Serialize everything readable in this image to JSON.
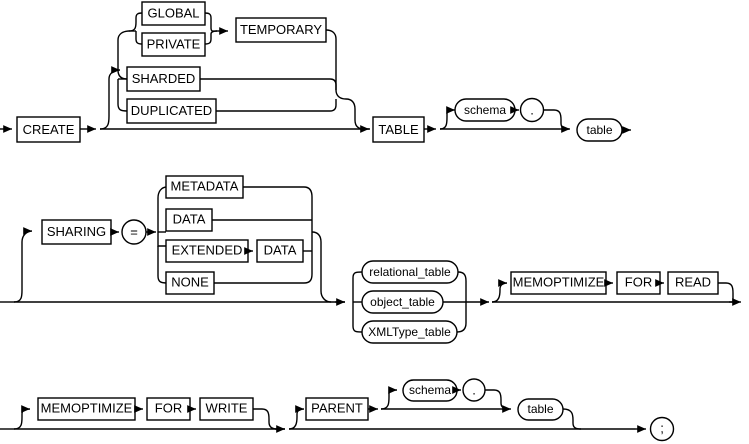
{
  "diagram": {
    "title": "CREATE TABLE syntax railroad diagram",
    "type": "railroad-syntax-diagram",
    "colors": {
      "stroke": "#000000",
      "fill": "#ffffff",
      "background": "#ffffff"
    },
    "rows": [
      {
        "id": "row-1",
        "nodes": [
          {
            "name": "create",
            "kind": "keyword",
            "label": "CREATE"
          },
          {
            "name": "global",
            "kind": "keyword",
            "label": "GLOBAL"
          },
          {
            "name": "private",
            "kind": "keyword",
            "label": "PRIVATE"
          },
          {
            "name": "temporary",
            "kind": "keyword",
            "label": "TEMPORARY"
          },
          {
            "name": "sharded",
            "kind": "keyword",
            "label": "SHARDED"
          },
          {
            "name": "duplicated",
            "kind": "keyword",
            "label": "DUPLICATED"
          },
          {
            "name": "table",
            "kind": "keyword",
            "label": "TABLE"
          },
          {
            "name": "schema",
            "kind": "variable",
            "label": "schema"
          },
          {
            "name": "dot",
            "kind": "symbol",
            "label": "."
          },
          {
            "name": "table-name",
            "kind": "variable",
            "label": "table"
          }
        ]
      },
      {
        "id": "row-2",
        "nodes": [
          {
            "name": "sharing",
            "kind": "keyword",
            "label": "SHARING"
          },
          {
            "name": "equals",
            "kind": "symbol",
            "label": "="
          },
          {
            "name": "metadata",
            "kind": "keyword",
            "label": "METADATA"
          },
          {
            "name": "data",
            "kind": "keyword",
            "label": "DATA"
          },
          {
            "name": "extended",
            "kind": "keyword",
            "label": "EXTENDED"
          },
          {
            "name": "extended-data",
            "kind": "keyword",
            "label": "DATA"
          },
          {
            "name": "none",
            "kind": "keyword",
            "label": "NONE"
          },
          {
            "name": "relational-table",
            "kind": "variable",
            "label": "relational_table"
          },
          {
            "name": "object-table",
            "kind": "variable",
            "label": "object_table"
          },
          {
            "name": "xmltype-table",
            "kind": "variable",
            "label": "XMLType_table"
          },
          {
            "name": "memoptimize-read",
            "kind": "keyword",
            "label": "MEMOPTIMIZE"
          },
          {
            "name": "for-read",
            "kind": "keyword",
            "label": "FOR"
          },
          {
            "name": "read",
            "kind": "keyword",
            "label": "READ"
          }
        ]
      },
      {
        "id": "row-3",
        "nodes": [
          {
            "name": "memoptimize-write",
            "kind": "keyword",
            "label": "MEMOPTIMIZE"
          },
          {
            "name": "for-write",
            "kind": "keyword",
            "label": "FOR"
          },
          {
            "name": "write",
            "kind": "keyword",
            "label": "WRITE"
          },
          {
            "name": "parent",
            "kind": "keyword",
            "label": "PARENT"
          },
          {
            "name": "parent-schema",
            "kind": "variable",
            "label": "schema"
          },
          {
            "name": "parent-dot",
            "kind": "symbol",
            "label": "."
          },
          {
            "name": "parent-table",
            "kind": "variable",
            "label": "table"
          },
          {
            "name": "semicolon",
            "kind": "symbol",
            "label": ";"
          }
        ]
      }
    ],
    "labels": {
      "create": "CREATE",
      "global": "GLOBAL",
      "private": "PRIVATE",
      "temporary": "TEMPORARY",
      "sharded": "SHARDED",
      "duplicated": "DUPLICATED",
      "table_kw": "TABLE",
      "schema": "schema",
      "dot": ".",
      "table_var": "table",
      "sharing": "SHARING",
      "equals": "=",
      "metadata": "METADATA",
      "data": "DATA",
      "extended": "EXTENDED",
      "extended_data": "DATA",
      "none": "NONE",
      "relational_table": "relational_table",
      "object_table": "object_table",
      "xmltype_table": "XMLType_table",
      "memoptimize_read": "MEMOPTIMIZE",
      "for_read": "FOR",
      "read": "READ",
      "memoptimize_write": "MEMOPTIMIZE",
      "for_write": "FOR",
      "write": "WRITE",
      "parent": "PARENT",
      "parent_schema": "schema",
      "parent_dot": ".",
      "parent_table": "table",
      "semicolon": ";"
    }
  }
}
